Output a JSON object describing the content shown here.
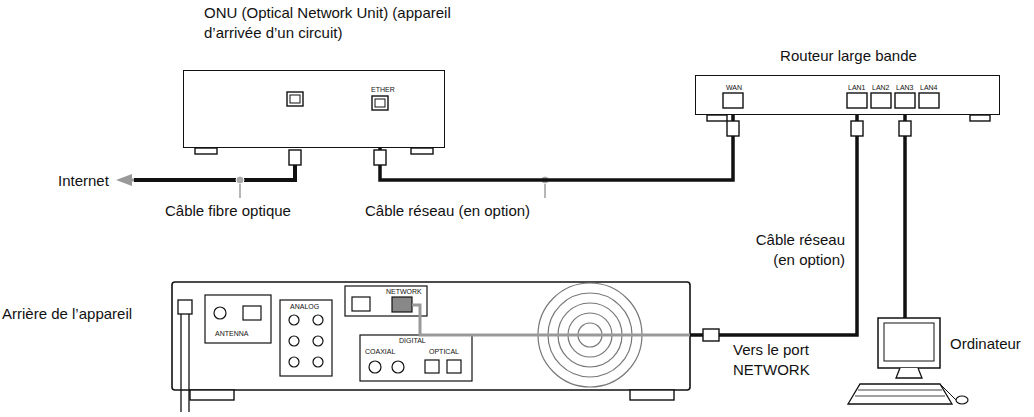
{
  "diagram": {
    "nodes": [
      {
        "text": [
          "ONU (Optical Network Unit) (appareil d’arrivée d’un circuit)"
        ]
      },
      {
        "text": [
          "Routeur large bande"
        ]
      },
      {
        "text": [
          "Arrière de l’appareil"
        ]
      },
      {
        "text": [
          "Ordinateur"
        ]
      }
    ],
    "edges": [
      {
        "from": 0,
        "to": 1,
        "label": "Câble réseau (en option)",
        "arrow": "none"
      },
      {
        "from": 1,
        "to": 2,
        "label": "Câble réseau (en option)",
        "arrow": "none"
      },
      {
        "from": 1,
        "to": 3,
        "arrow": "none"
      }
    ],
    "labels": [
      "Internet",
      "Câble fibre optique",
      "Vers le port NETWORK",
      "ETHER",
      "WAN",
      "LAN1",
      "LAN2",
      "LAN3",
      "LAN4",
      "NETWORK",
      "ANTENNA",
      "ANALOG",
      "DIGITAL",
      "COAXIAL",
      "OPTICAL"
    ]
  }
}
